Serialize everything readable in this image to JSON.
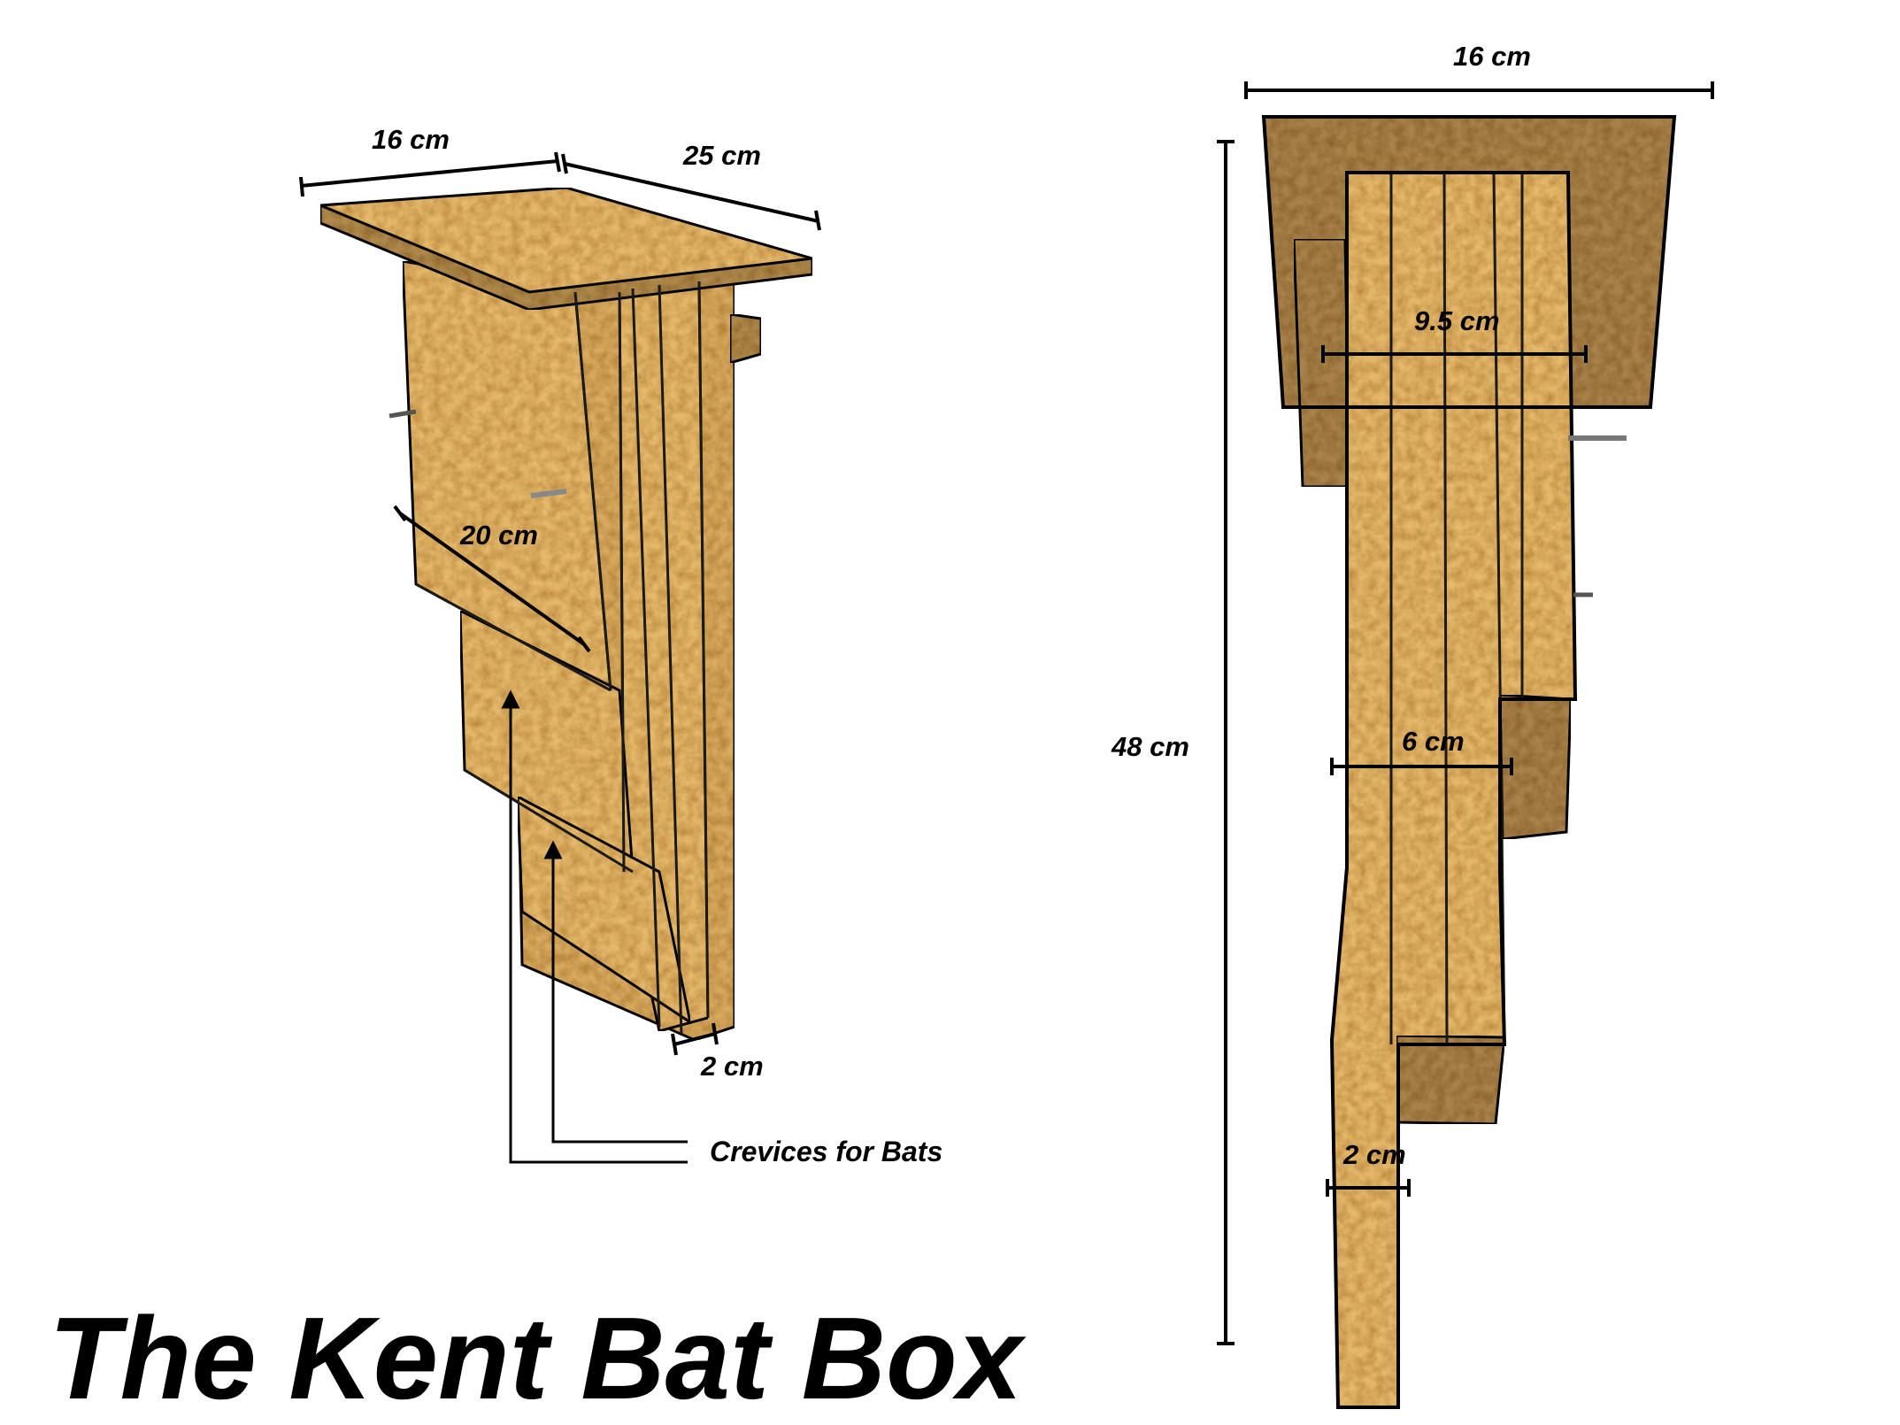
{
  "title": "The Kent Bat Box",
  "colors": {
    "wood_light": "#E5B96B",
    "wood_mid": "#D9AC5F",
    "wood_dark": "#B08A4C",
    "wood_back": "#A8834A",
    "line": "#000000"
  },
  "perspective_view": {
    "dimensions": {
      "roof_width": "16 cm",
      "roof_depth": "25 cm",
      "front_length": "20 cm",
      "board_thickness": "2 cm"
    },
    "callout": "Crevices for Bats"
  },
  "side_view": {
    "dimensions": {
      "top_width": "16 cm",
      "height": "48 cm",
      "upper_depth": "9.5 cm",
      "middle_depth": "6 cm",
      "bottom_depth": "2 cm"
    }
  }
}
